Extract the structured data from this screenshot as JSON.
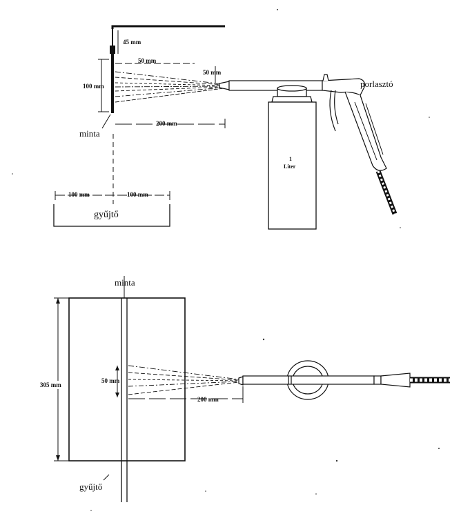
{
  "top_view": {
    "dim_top": "45 mm",
    "dim_spread": "50 mm",
    "dim_right": "50 mm",
    "dim_height": "100 mm",
    "dim_distance": "200 mm",
    "sample_label": "minta",
    "sprayer_label": "porlasztó",
    "bottle_line1": "1",
    "bottle_line2": "Liter",
    "collector_left": "100 mm",
    "collector_right": "100 mm",
    "collector_label": "gyűjtő"
  },
  "bottom_view": {
    "sample_label": "minta",
    "dim_height": "305 mm",
    "dim_spread": "50 mm",
    "dim_distance": "200 mm",
    "collector_label": "gyűjtő"
  }
}
